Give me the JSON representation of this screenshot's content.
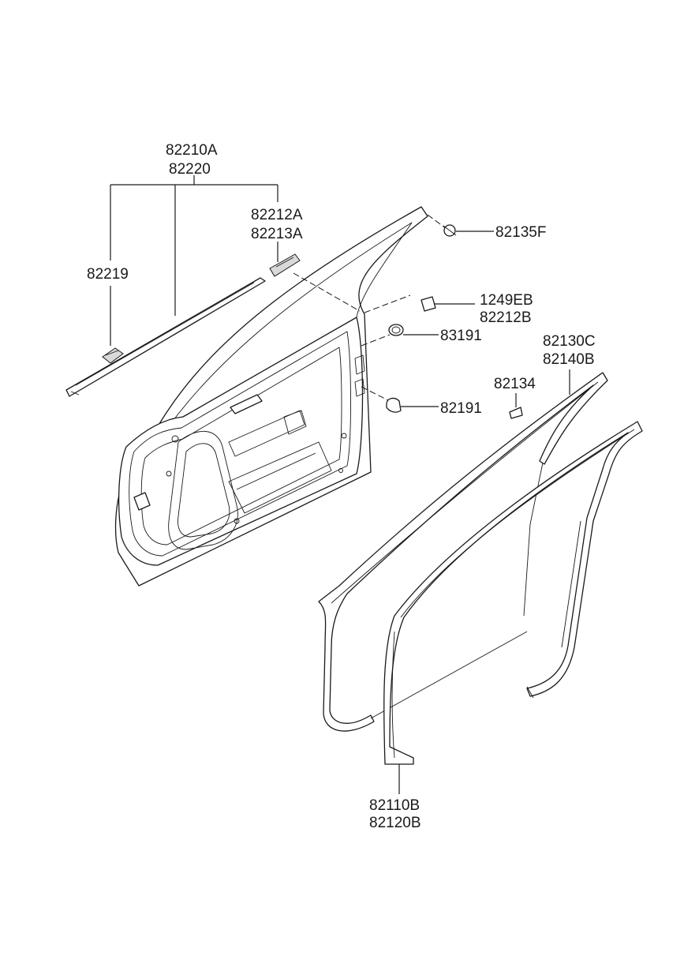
{
  "labels": {
    "molding_main_a": "82210A",
    "molding_main_b": "82220",
    "clip_82212a": "82212A",
    "clip_82213a": "82213A",
    "clip_82219": "82219",
    "fastener_82135f": "82135F",
    "screw_1249eb": "1249EB",
    "clip_82212b": "82212B",
    "plug_83191": "83191",
    "seal_82130c": "82130C",
    "seal_82140b": "82140B",
    "pad_82134": "82134",
    "cap_82191": "82191",
    "seal_82110b": "82110B",
    "seal_82120b": "82120B"
  }
}
